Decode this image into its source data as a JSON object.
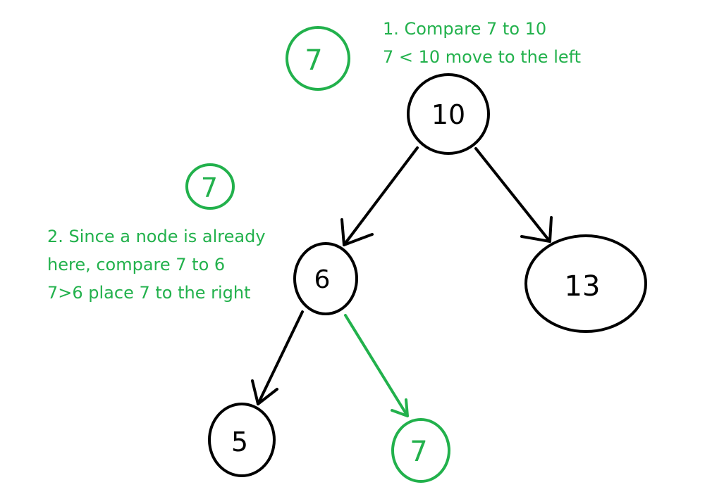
{
  "colors": {
    "tree": "#000000",
    "insert": "#22b14c"
  },
  "nodes": {
    "root": "10",
    "left": "6",
    "right": "13",
    "left_left": "5",
    "left_right": "7"
  },
  "pending_value": "7",
  "step1": {
    "line1": "1. Compare 7 to 10",
    "line2": "7 < 10 move to the left"
  },
  "step2": {
    "line1": "2. Since a node is already",
    "line2": "here, compare 7 to 6",
    "line3": "7>6 place 7 to the right"
  }
}
